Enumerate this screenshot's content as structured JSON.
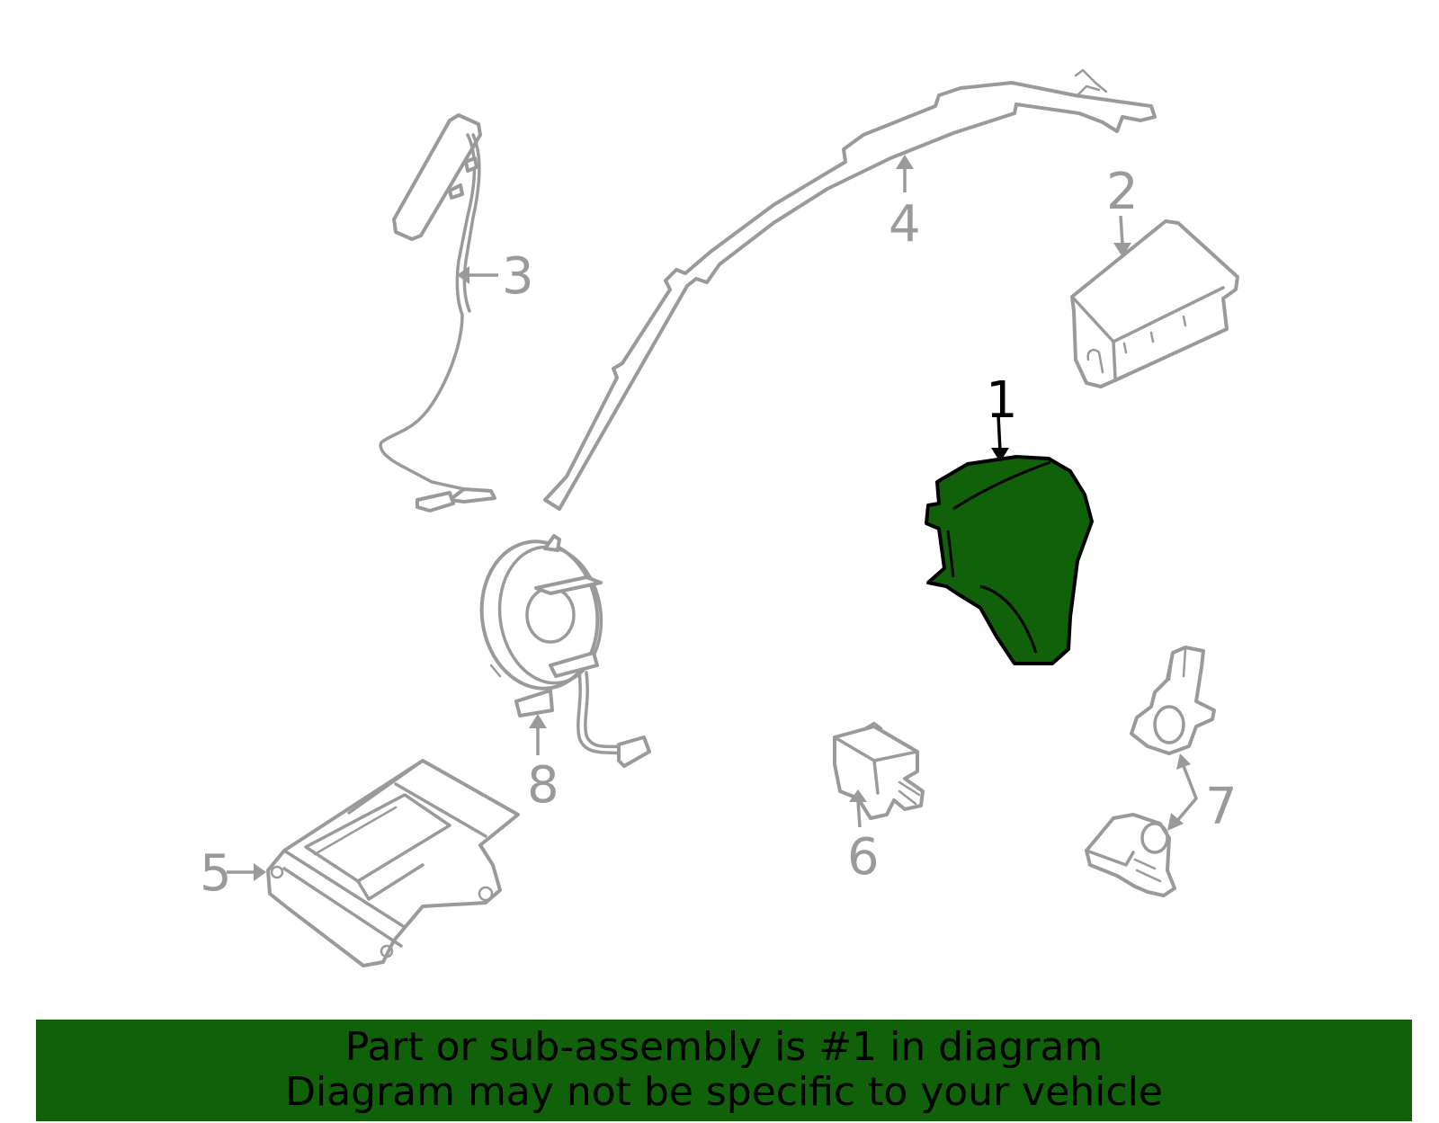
{
  "callouts": [
    "1",
    "2",
    "3",
    "4",
    "5",
    "6",
    "7",
    "8"
  ],
  "highlight_color": "#11610a",
  "part_outline_color": "#9a9a9a",
  "banner": {
    "line1": "Part or sub-assembly is #1 in diagram",
    "line2": "Diagram may not be specific to your vehicle"
  }
}
